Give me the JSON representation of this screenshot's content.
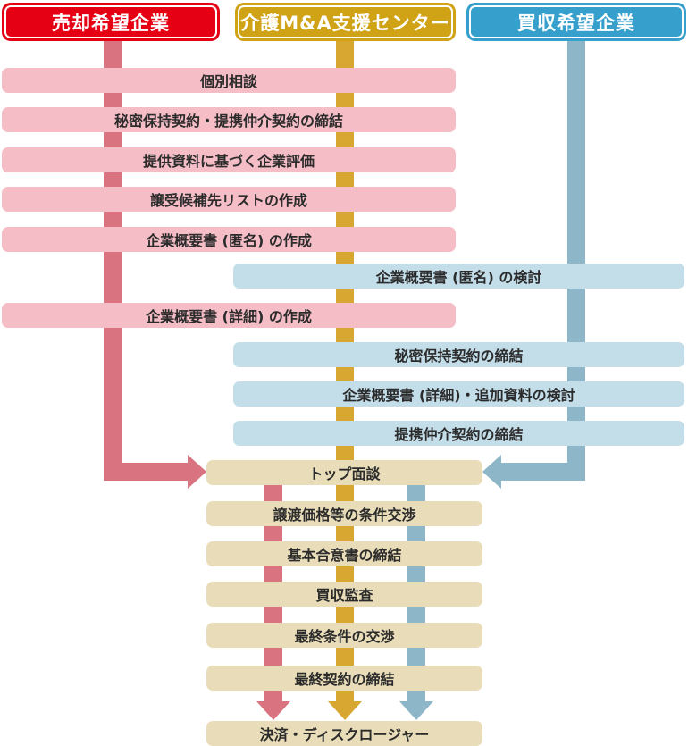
{
  "colors": {
    "seller-red": "#e60014",
    "center-gold": "#d0a216",
    "buyer-blue": "#379fcb",
    "pink-bar": "#f5bdc6",
    "rose-line": "#d8737f",
    "gold-line": "#d8a731",
    "lightblue-bar": "#c3dde9",
    "steel-line": "#8eb6c9",
    "tan-bar": "#e9ddb9",
    "text-dark": "#2b2b2b"
  },
  "headers": [
    {
      "label": "売却希望企業"
    },
    {
      "label": "介護M&A支援センター"
    },
    {
      "label": "買収希望企業"
    }
  ],
  "steps": [
    {
      "label": "個別相談"
    },
    {
      "label": "秘密保持契約・提携仲介契約の締結"
    },
    {
      "label": "提供資料に基づく企業評価"
    },
    {
      "label": "譲受候補先リストの作成"
    },
    {
      "label": "企業概要書 (匿名) の作成"
    },
    {
      "label": "企業概要書 (匿名) の検討"
    },
    {
      "label": "企業概要書 (詳細) の作成"
    },
    {
      "label": "秘密保持契約の締結"
    },
    {
      "label": "企業概要書 (詳細)・追加資料の検討"
    },
    {
      "label": "提携仲介契約の締結"
    },
    {
      "label": "トップ面談"
    },
    {
      "label": "譲渡価格等の条件交渉"
    },
    {
      "label": "基本合意書の締結"
    },
    {
      "label": "買収監査"
    },
    {
      "label": "最終条件の交渉"
    },
    {
      "label": "最終契約の締結"
    },
    {
      "label": "決済・ディスクロージャー"
    }
  ]
}
